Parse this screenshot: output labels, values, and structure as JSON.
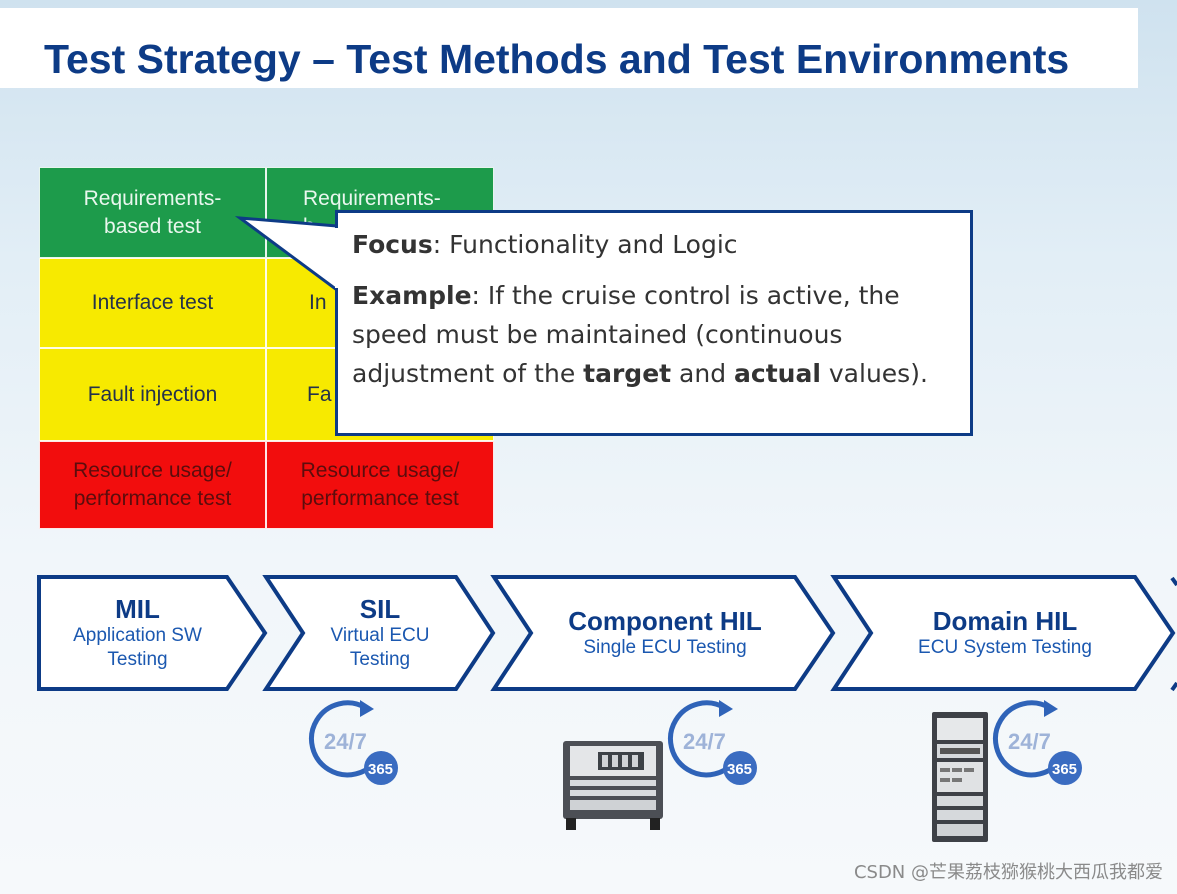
{
  "title": "Test Strategy – Test Methods and Test Environments",
  "matrix": {
    "rows": [
      [
        "Requirements-\nbased test",
        "Requirements-\nb"
      ],
      [
        "Interface test",
        "In"
      ],
      [
        "Fault injection",
        "Fa"
      ],
      [
        "Resource usage/\nperformance test",
        "Resource usage/\nperformance test"
      ]
    ]
  },
  "callout": {
    "focus_label": "Focus",
    "focus_text": ": Functionality and Logic",
    "example_label": "Example",
    "example_text_1": ": If the cruise control is active, the speed must be maintained (continuous adjustment of the ",
    "bold_target": "target",
    "example_text_2": " and ",
    "bold_actual": "actual",
    "example_text_3": " values)."
  },
  "pipeline": [
    {
      "title": "MIL",
      "subtitle": "Application SW\nTesting"
    },
    {
      "title": "SIL",
      "subtitle": "Virtual ECU\nTesting"
    },
    {
      "title": "Component HIL",
      "subtitle": "Single ECU Testing"
    },
    {
      "title": "Domain HIL",
      "subtitle": "ECU System Testing"
    }
  ],
  "badges": {
    "main": "24/7",
    "small": "365"
  },
  "colors": {
    "navy": "#0d3b86",
    "green": "#1d9b4b",
    "yellow": "#f7ea00",
    "red": "#f20d0d"
  },
  "watermark": "CSDN @芒果荔枝猕猴桃大西瓜我都爱"
}
